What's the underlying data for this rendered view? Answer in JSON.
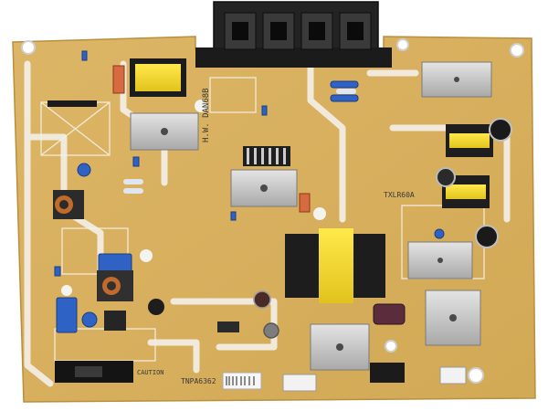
{
  "image": {
    "subject": "power-supply-circuit-board",
    "board_color": "#d9b160",
    "silkscreen_color": "#f2f2f2",
    "background_color": "#ffffff"
  },
  "silkscreen": {
    "board_id": "TNPA6362",
    "model": "H.W. DAN68B",
    "lot": "TXLR60A",
    "warning": "CAUTION"
  }
}
